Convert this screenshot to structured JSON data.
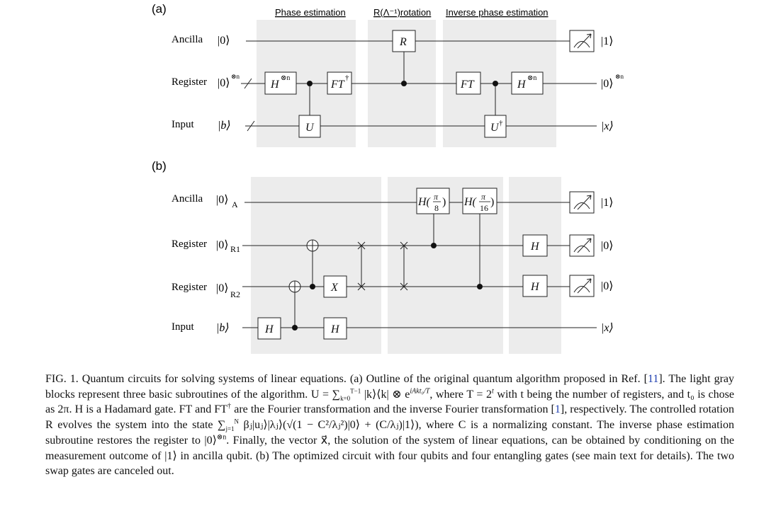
{
  "panel_a": {
    "label": "(a)",
    "sections": [
      "Phase estimation",
      "R(Λ⁻¹)rotation",
      "Inverse phase estimation"
    ],
    "rows": [
      {
        "name": "Ancilla",
        "in_state": "|0⟩",
        "out_state": "|1⟩"
      },
      {
        "name": "Register",
        "in_state": "|0⟩",
        "in_sup": "⊗n",
        "out_state": "|0⟩",
        "out_sup": "⊗n"
      },
      {
        "name": "Input",
        "in_state": "|b⟩",
        "out_state": "|x⟩"
      }
    ],
    "gates": {
      "h": "H",
      "h_sup": "⊗n",
      "ft_dag": "FT",
      "dag": "†",
      "u": "U",
      "r": "R",
      "ft": "FT",
      "u_dag": "U",
      "h2": "H",
      "h2_sup": "⊗n"
    }
  },
  "panel_b": {
    "label": "(b)",
    "rows": [
      {
        "name": "Ancilla",
        "in_state": "|0⟩",
        "sub": "A",
        "out_state": "|1⟩"
      },
      {
        "name": "Register",
        "in_state": "|0⟩",
        "sub": "R1",
        "out_state": "|0⟩"
      },
      {
        "name": "Register",
        "in_state": "|0⟩",
        "sub": "R2",
        "out_state": "|0⟩"
      },
      {
        "name": "Input",
        "in_state": "|b⟩",
        "out_state": "|x⟩"
      }
    ],
    "gates": {
      "h_in": "H",
      "x": "X",
      "h_in2": "H",
      "hpi8": "H(",
      "pi": "π",
      "eight": "8",
      "close": ")",
      "hpi16": "H(",
      "sixteen": "16",
      "h_r1": "H",
      "h_r2": "H"
    }
  },
  "caption": {
    "fig": "FIG. 1.",
    "s1": " Quantum circuits for solving systems of linear equations. (a) Outline of the original quantum algorithm proposed in Ref. [",
    "ref11": "11",
    "s2": "]. The light gray blocks represent three basic subroutines of the algorithm. U = ∑",
    "s3": " |k⟩⟨k| ⊗ e",
    "exp": "iAkt₀/T",
    "s4": ", where T = 2",
    "t_sup": "t",
    "s5": " with t being the number of registers, and t₀ is chose as 2π. H is a Hadamard gate. FT and FT",
    "s6": " are the Fourier transformation and the inverse Fourier transformation [",
    "ref1": "1",
    "s7": "], respectively. The controlled rotation R evolves the system into the state ∑",
    "s8": " βⱼ|uⱼ⟩|λⱼ⟩(√(1 − C²/λⱼ²)|0⟩ + (C/λⱼ)|1⟩), where C is a normalizing constant. The inverse phase estimation subroutine restores the register to |0⟩",
    "s9": ". Finally, the vector x⃗, the solution of the system of linear equations, can be obtained by conditioning on the measurement outcome of |1⟩ in ancilla qubit. (b) The optimized circuit with four qubits and four entangling gates (see main text for details). The two swap gates are canceled out."
  }
}
